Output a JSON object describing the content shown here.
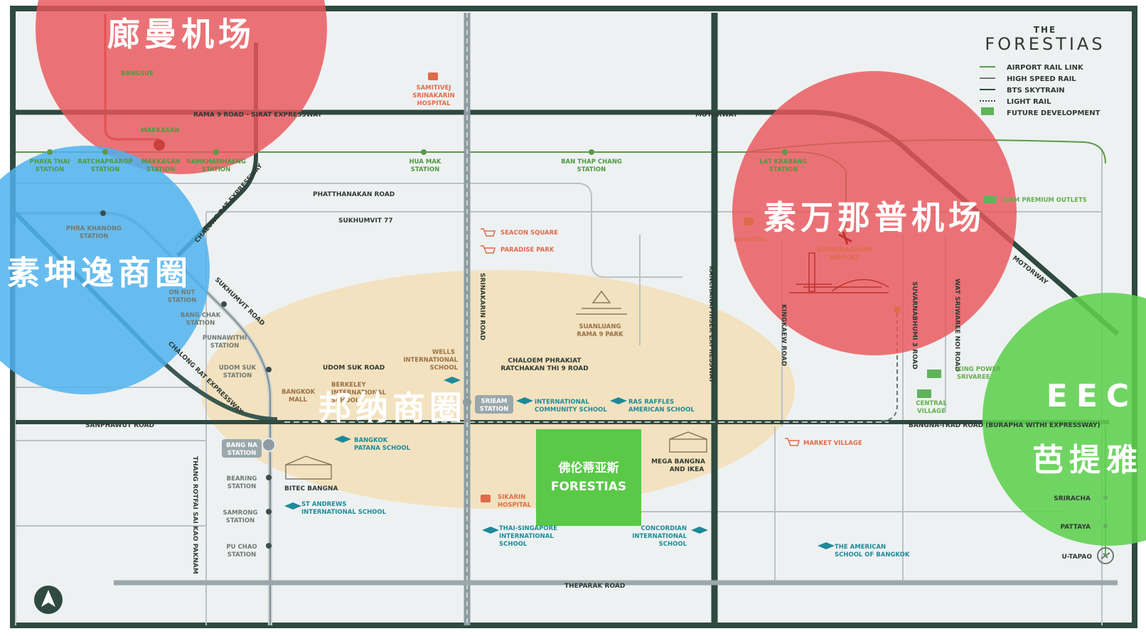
{
  "brand": {
    "the": "THE",
    "name": "FORESTIAS"
  },
  "legend": [
    {
      "label": "AIRPORT RAIL LINK",
      "color": "#5a9a4a"
    },
    {
      "label": "HIGH SPEED RAIL",
      "color": "#7a7a6a"
    },
    {
      "label": "BTS SKYTRAIN",
      "color": "#2e4a3e"
    },
    {
      "label": "LIGHT RAIL",
      "color": "#2e4a3e"
    },
    {
      "label": "FUTURE DEVELOPMENT",
      "color": "#5fb35a"
    }
  ],
  "zones": {
    "don_mueang": "廊曼机场",
    "suvarnabhumi": "素万那普机场",
    "sukhumvit": "素坤逸商圈",
    "bangna": "邦纳商圈",
    "eec": "EEC",
    "pattaya": "芭提雅"
  },
  "project": {
    "cn": "佛伦蒂亚斯",
    "en": "FORESTIAS"
  },
  "roads": {
    "rama9": "RAMA 9 ROAD - SIRAT EXPRESSWAY",
    "motorway_top": "MOTORWAY",
    "motorway_diag": "MOTORWAY",
    "phatthanakan": "PHATTHANAKAN ROAD",
    "sukhumvit77": "SUKHUMVIT 77",
    "chalong_top": "CHALONG RAT EXPRESSWAY",
    "chalong_bottom": "CHALONG RAT EXPRESSWAY",
    "sukhumvit_road": "SUKHUMVIT ROAD",
    "udom_suk": "UDOM SUK ROAD",
    "chaloem_1": "CHALOEM PHRAKIAT",
    "chaloem_2": "RATCHAKAN THI 9 ROAD",
    "srinakarin": "SRINAKARIN ROAD",
    "kanchanaphisek": "KANCHANAPHISEK EXPRESSWAY",
    "kingkaew": "KINGKAEW ROAD",
    "suvarnabhumi_road": "SUVARNABHUMI 3 ROAD",
    "wat_srinagree": "WAT SRIWAREE NOI ROAD",
    "sanphawut": "SANPHAWUT ROAD",
    "bangna_trad": "BANGNA-TRAD ROAD (BURAPHA WITHI EXPRESSWAY)",
    "theparak": "THEPARAK ROAD",
    "thang_rotfai": "THANG ROTFAI SAI KAO PAKNAM"
  },
  "stations": {
    "bangsue": "BANGSUE",
    "makkasan_top": "MAKKASAN",
    "phaya_thai_1": "PHAYA THAI",
    "phaya_thai_2": "STATION",
    "ratchaprarop_1": "RATCHAPRAROP",
    "ratchaprarop_2": "STATION",
    "makkasan_1": "MAKKASAN",
    "makkasan_2": "STATION",
    "ramkhamhaeng_1": "RAMKHAMHAENG",
    "ramkhamhaeng_2": "STATION",
    "hua_mak_1": "HUA MAK",
    "hua_mak_2": "STATION",
    "ban_thap_1": "BAN THAP CHANG",
    "ban_thap_2": "STATION",
    "lat_krabang_1": "LAT KRABANG",
    "lat_krabang_2": "STATION",
    "phra_khanong_1": "PHRA KHANONG",
    "phra_khanong_2": "STATION",
    "on_nut_1": "ON NUT",
    "on_nut_2": "STATION",
    "bang_chak_1": "BANG CHAK",
    "bang_chak_2": "STATION",
    "punnawithi_1": "PUNNAWITHI",
    "punnawithi_2": "STATION",
    "udom_suk_1": "UDOM SUK",
    "udom_suk_2": "STATION",
    "bang_na_1": "BANG NA",
    "bang_na_2": "STATION",
    "bearing_1": "BEARING",
    "bearing_2": "STATION",
    "samrong_1": "SAMRONG",
    "samrong_2": "STATION",
    "pu_chao_1": "PU CHAO",
    "pu_chao_2": "STATION",
    "srieam_1": "SRIEAM",
    "srieam_2": "STATION"
  },
  "pois": {
    "samitivej_1": "SAMITIVEJ",
    "samitivej_2": "SRINAKARIN",
    "samitivej_3": "HOSPITAL",
    "seacon": "SEACON SQUARE",
    "paradise": "PARADISE PARK",
    "suanluang_1": "SUANLUANG",
    "suanluang_2": "RAMA 9 PARK",
    "wells_1": "WELLS",
    "wells_2": "INTERNATIONAL",
    "wells_3": "SCHOOL",
    "berkeley_1": "BERKELEY",
    "berkeley_2": "INTERNATIONAL",
    "berkeley_3": "SCHOOL",
    "bangkok_mall_1": "BANGKOK",
    "bangkok_mall_2": "MALL",
    "intl_comm_1": "INTERNATIONAL",
    "intl_comm_2": "COMMUNITY SCHOOL",
    "ras_1": "RAS RAFFLES",
    "ras_2": "AMERICAN SCHOOL",
    "bkk_patana_1": "BANGKOK",
    "bkk_patana_2": "PATANA SCHOOL",
    "bitec": "BITEC BANGNA",
    "st_andrews_1": "ST ANDREWS",
    "st_andrews_2": "INTERNATIONAL SCHOOL",
    "sikarin_1": "SIKARIN",
    "sikarin_2": "HOSPITAL",
    "thai_sg_1": "THAI-SINGAPORE",
    "thai_sg_2": "INTERNATIONAL",
    "thai_sg_3": "SCHOOL",
    "concordian_1": "CONCORDIAN",
    "concordian_2": "INTERNATIONAL",
    "concordian_3": "SCHOOL",
    "mega_1": "MEGA BANGNA",
    "mega_2": "AND IKEA",
    "market_village": "MARKET VILLAGE",
    "american_1": "THE AMERICAN",
    "american_2": "SCHOOL OF BANGKOK",
    "siam_premium": "SIAM PREMIUM OUTLETS",
    "suvarnabhumi_ap_1": "SUVARNABHUMI",
    "suvarnabhumi_ap_2": "AIRPORT",
    "king_power_1": "KING POWER",
    "king_power_2": "SRIVAREE",
    "central_1": "CENTRAL",
    "central_2": "VILLAGE",
    "sriracha": "SRIRACHA",
    "pattaya_en": "PATTAYA",
    "u_tapao": "U-TAPAO",
    "hospital_partial": "HOSPITAL"
  }
}
